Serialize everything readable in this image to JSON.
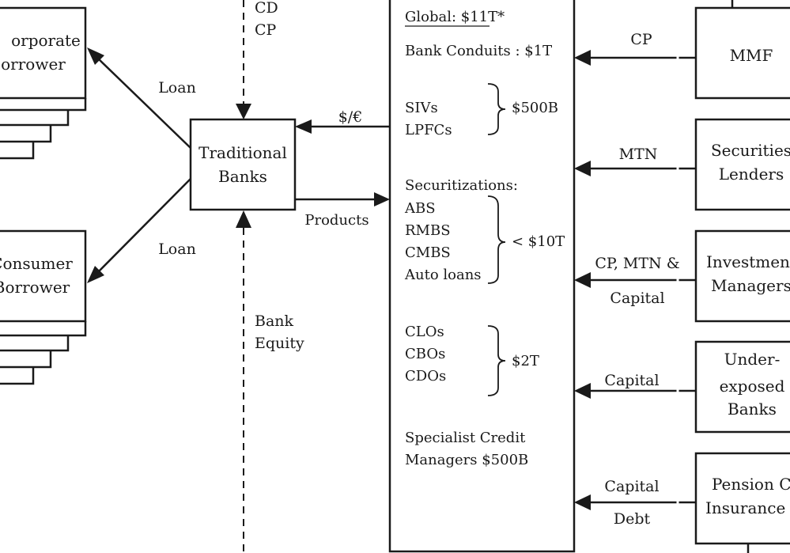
{
  "left_boxes": {
    "corporate": [
      "orporate",
      "orrower"
    ],
    "consumer": [
      "Consumer",
      "Borrower"
    ]
  },
  "traditional_banks": [
    "Traditional",
    "Banks"
  ],
  "labels": {
    "cd": "CD",
    "cp_top": "CP",
    "loan_top": "Loan",
    "loan_bottom": "Loan",
    "currency": "$/€",
    "products": "Products",
    "bank_equity": [
      "Bank",
      "Equity"
    ]
  },
  "shadow": {
    "global": "Global: $11T*",
    "conduits": "Bank  Conduits : $1T",
    "group1": {
      "items": [
        "SIVs",
        "LPFCs"
      ],
      "total": "$500B"
    },
    "group2": {
      "heading": "Securitizations:",
      "items": [
        "ABS",
        "RMBS",
        "CMBS",
        "Auto loans"
      ],
      "total": "< $10T"
    },
    "group3": {
      "items": [
        "CLOs",
        "CBOs",
        "CDOs"
      ],
      "total": "$2T"
    },
    "specialist": [
      "Specialist Credit",
      "Managers  $500B"
    ]
  },
  "investors": [
    {
      "name": [
        "MMF"
      ],
      "flow": [
        "CP"
      ]
    },
    {
      "name": [
        "Securities",
        "Lenders"
      ],
      "flow": [
        "MTN"
      ]
    },
    {
      "name": [
        "Investment",
        "Managers"
      ],
      "flow": [
        "CP, MTN &",
        "Capital"
      ]
    },
    {
      "name": [
        "Under-",
        "exposed",
        "Banks"
      ],
      "flow": [
        "Capital"
      ]
    },
    {
      "name": [
        "Pension Co",
        "Insurance C"
      ],
      "flow": [
        "Capital",
        "Debt"
      ]
    }
  ]
}
